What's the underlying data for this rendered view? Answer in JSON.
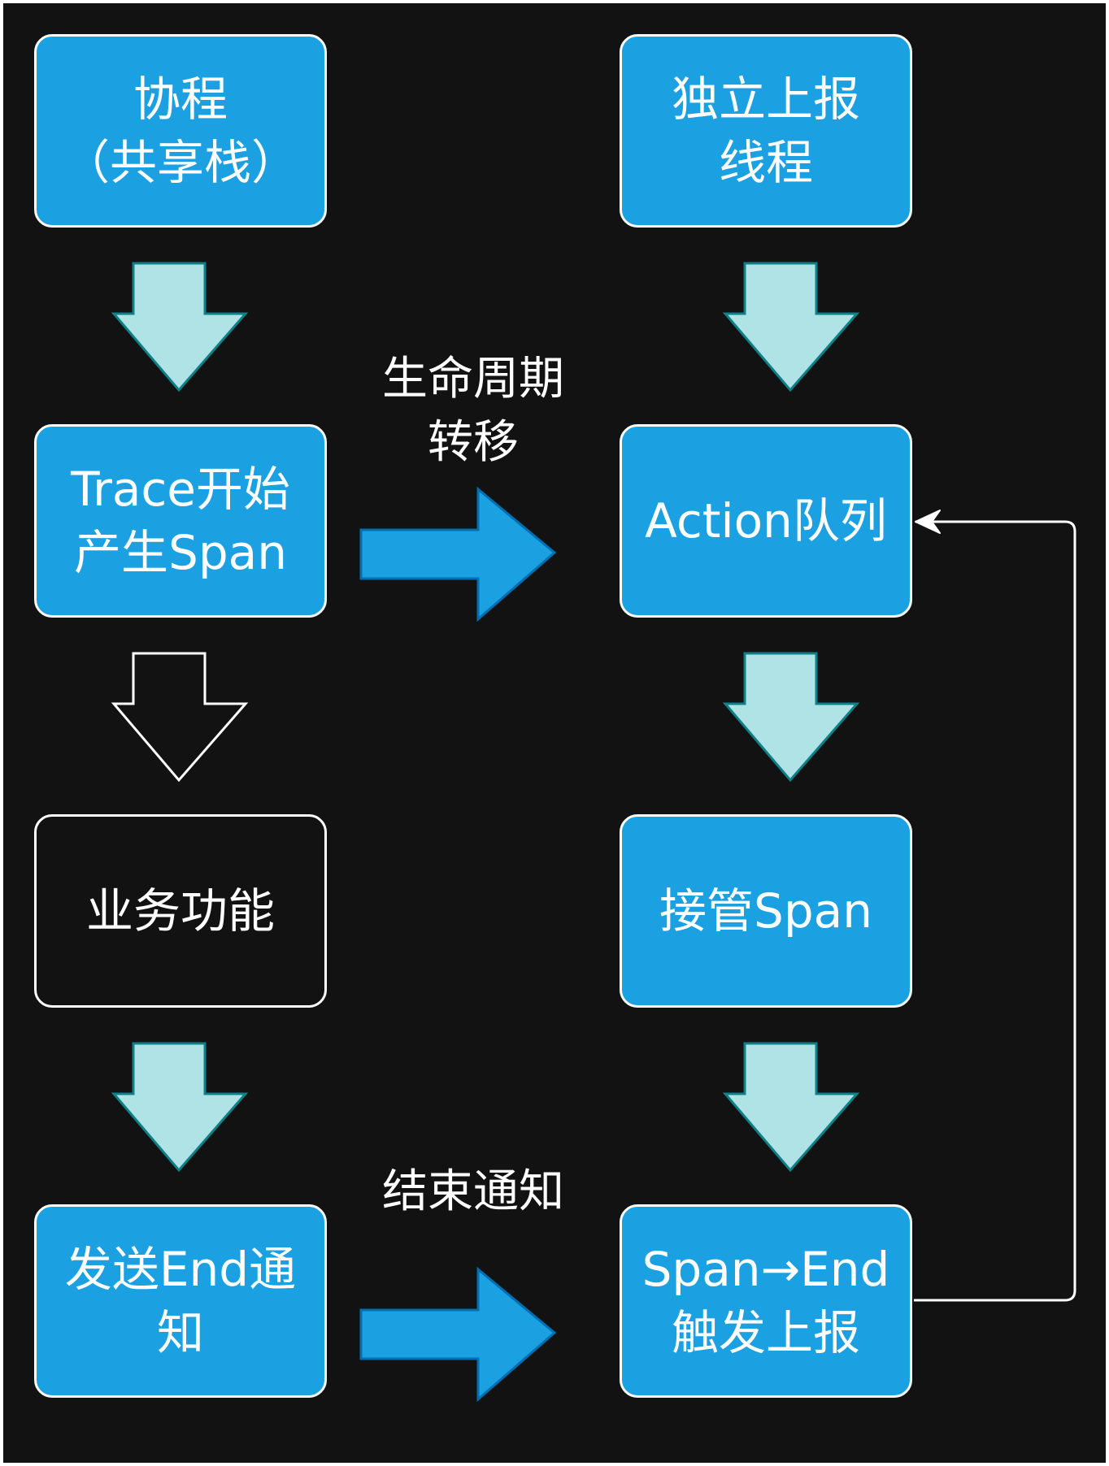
{
  "colors": {
    "canvas": "#121212",
    "node_fill": "#1ba1e2",
    "node_border": "#ffffff",
    "down_arrow_fill": "#b0e3e6",
    "right_arrow_fill": "#1ba1e2",
    "text": "#ffffff"
  },
  "nodes": {
    "coroutine": "协程\n（共享栈）",
    "report_thread": "独立上报\n线程",
    "trace_start": "Trace开始\n产生Span",
    "action_queue": "Action队列",
    "business": "业务功能",
    "take_over": "接管Span",
    "send_end": "发送End通\n知",
    "span_end": "Span→End\n触发上报"
  },
  "edge_labels": {
    "lifecycle_transfer": "生命周期\n转移",
    "end_notification": "结束通知"
  },
  "arrows": {
    "down_filled_icon": "down-arrow-icon",
    "down_outline_icon": "down-arrow-outline-icon",
    "right_block_icon": "right-arrow-icon",
    "loop_connector": "loop-back-connector"
  }
}
